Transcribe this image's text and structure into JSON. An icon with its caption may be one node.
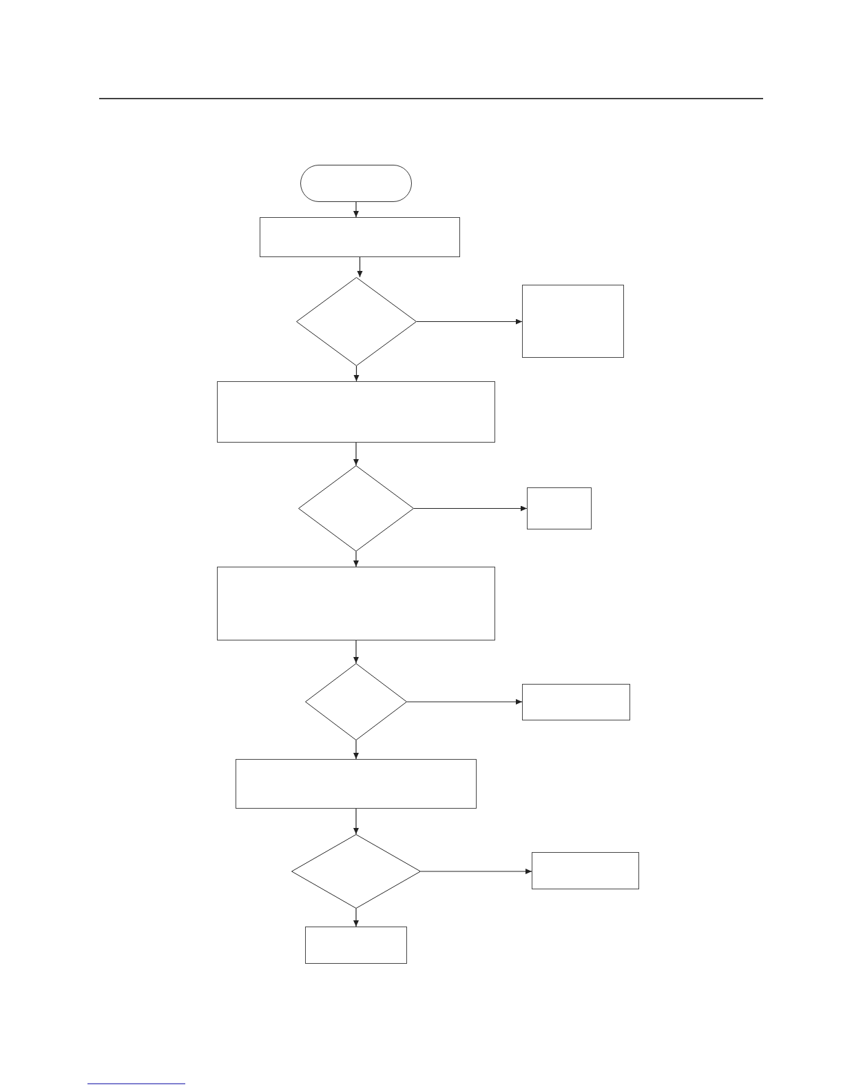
{
  "diagram": {
    "nodes": [
      {
        "text": [],
        "shape": "stadium"
      },
      {
        "text": [],
        "shape": "box"
      },
      {
        "text": [],
        "shape": "diamond"
      },
      {
        "text": [],
        "shape": "box"
      },
      {
        "text": [],
        "shape": "box"
      },
      {
        "text": [],
        "shape": "diamond"
      },
      {
        "text": [],
        "shape": "box"
      },
      {
        "text": [],
        "shape": "box"
      },
      {
        "text": [],
        "shape": "diamond"
      },
      {
        "text": [],
        "shape": "box"
      },
      {
        "text": [],
        "shape": "box"
      },
      {
        "text": [],
        "shape": "diamond"
      },
      {
        "text": [],
        "shape": "box"
      },
      {
        "text": [],
        "shape": "box"
      }
    ],
    "edges": [
      {
        "from": 0,
        "to": 1,
        "arrow": "to"
      },
      {
        "from": 1,
        "to": 2,
        "arrow": "to"
      },
      {
        "from": 2,
        "to": 3,
        "arrow": "to"
      },
      {
        "from": 2,
        "to": 4,
        "arrow": "to"
      },
      {
        "from": 4,
        "to": 5,
        "arrow": "to"
      },
      {
        "from": 5,
        "to": 6,
        "arrow": "to"
      },
      {
        "from": 5,
        "to": 7,
        "arrow": "to"
      },
      {
        "from": 7,
        "to": 8,
        "arrow": "to"
      },
      {
        "from": 8,
        "to": 9,
        "arrow": "to"
      },
      {
        "from": 8,
        "to": 10,
        "arrow": "to"
      },
      {
        "from": 10,
        "to": 11,
        "arrow": "to"
      },
      {
        "from": 11,
        "to": 12,
        "arrow": "to"
      },
      {
        "from": 11,
        "to": 13,
        "arrow": "to"
      }
    ]
  }
}
